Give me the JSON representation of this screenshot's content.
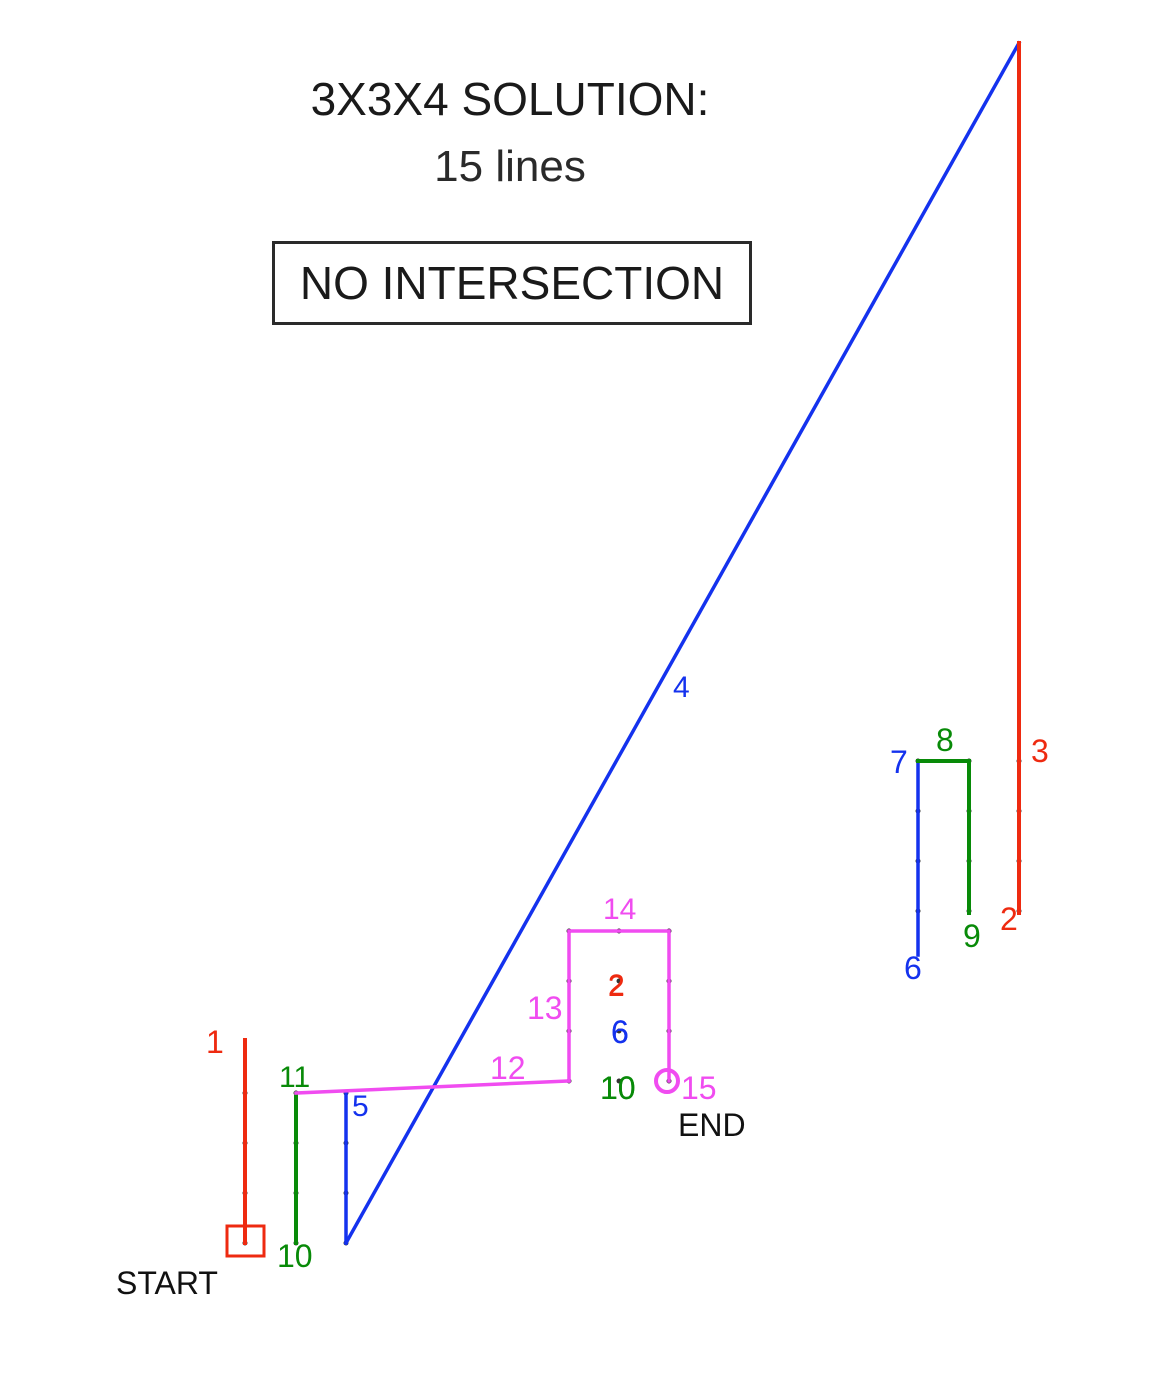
{
  "title": "3X3X4 SOLUTION:",
  "subtitle": "15 lines",
  "badge": "NO INTERSECTION",
  "start_label": "START",
  "end_label": "END",
  "colors": {
    "red": "#ee2a10",
    "blue": "#1432ee",
    "green": "#088a08",
    "magenta": "#f04cf0",
    "dot": "#333333"
  },
  "step_labels": [
    {
      "text": "1",
      "color": "red"
    },
    {
      "text": "2",
      "color": "red"
    },
    {
      "text": "3",
      "color": "red"
    },
    {
      "text": "4",
      "color": "blue"
    },
    {
      "text": "5",
      "color": "blue"
    },
    {
      "text": "6",
      "color": "blue"
    },
    {
      "text": "7",
      "color": "blue"
    },
    {
      "text": "8",
      "color": "green"
    },
    {
      "text": "9",
      "color": "green"
    },
    {
      "text": "10",
      "color": "green"
    },
    {
      "text": "11",
      "color": "green"
    },
    {
      "text": "12",
      "color": "magenta"
    },
    {
      "text": "13",
      "color": "magenta"
    },
    {
      "text": "14",
      "color": "magenta"
    },
    {
      "text": "15",
      "color": "magenta"
    },
    {
      "text": "2",
      "color": "red"
    },
    {
      "text": "6",
      "color": "blue"
    },
    {
      "text": "10",
      "color": "green"
    },
    {
      "text": "2",
      "color": "red"
    },
    {
      "text": "6",
      "color": "blue"
    },
    {
      "text": "10",
      "color": "green"
    }
  ]
}
